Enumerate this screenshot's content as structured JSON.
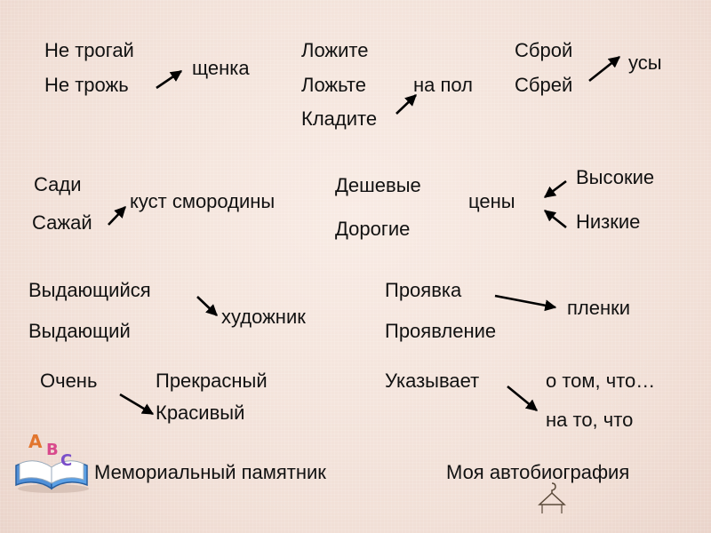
{
  "groups": {
    "puppy": {
      "line1": "Не трогай",
      "line2": "Не трожь",
      "object": "щенка"
    },
    "floor": {
      "line1": "Ложите",
      "line2": "Ложьте",
      "line3": "Кладите",
      "object": "на пол"
    },
    "mustache": {
      "line1": "Сброй",
      "line2": "Сбрей",
      "object": "усы"
    },
    "bush": {
      "line1": "Сади",
      "line2": "Сажай",
      "object": "куст смородины"
    },
    "prices": {
      "line1": "Дешевые",
      "line2": "Дорогие",
      "object": "цены",
      "alt1": "Высокие",
      "alt2": "Низкие"
    },
    "artist": {
      "line1": "Выдающийся",
      "line2": "Выдающий",
      "object": "художник"
    },
    "film": {
      "line1": "Проявка",
      "line2": "Проявление",
      "object": "пленки"
    },
    "beautiful": {
      "adverb": "Очень",
      "line1": "Прекрасный",
      "line2": "Красивый"
    },
    "indicates": {
      "verb": "Указывает",
      "line1": "о том, что…",
      "line2": "на то, что"
    }
  },
  "bottom": {
    "left": "Мемориальный памятник",
    "right": "Моя автобиография"
  },
  "icons": {
    "book": "abc-book-icon",
    "hanger": "hanger-icon"
  },
  "colors": {
    "background": "#f4e4dc",
    "text": "#111111",
    "arrow": "#000000"
  }
}
